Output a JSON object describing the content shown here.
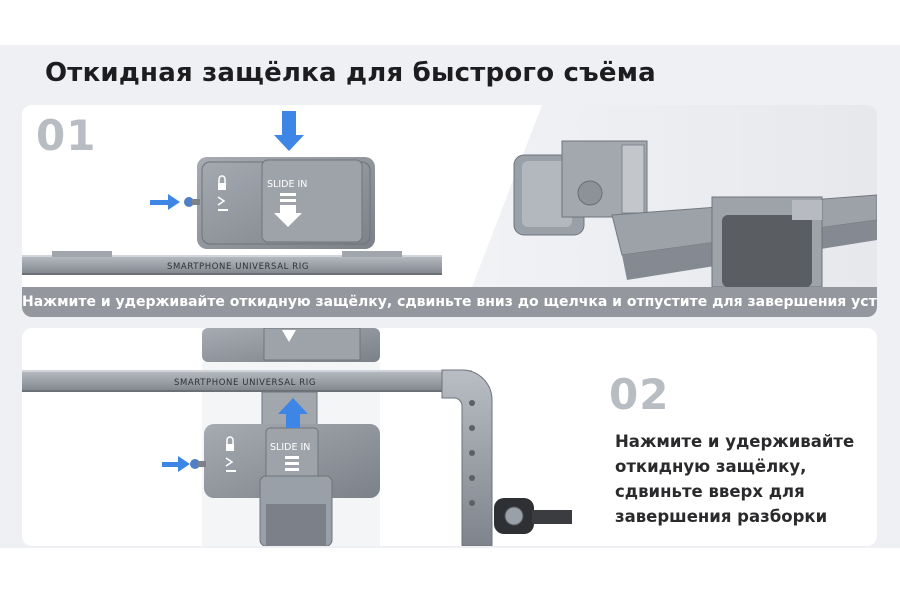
{
  "title": "Откидная защёлка для быстрого съёма",
  "step1": {
    "number": "01",
    "caption": "Нажмите и удерживайте откидную защёлку, сдвиньте вниз до щелчка и отпустите для завершения установки",
    "plate_label": "SLIDE IN",
    "rig_label": "SMARTPHONE UNIVERSAL RIG"
  },
  "step2": {
    "number": "02",
    "description_lines": [
      "Нажмите и удерживайте",
      "откидную защёлку,",
      "сдвиньте вверх для",
      "завершения разборки"
    ],
    "plate_label": "SLIDE IN",
    "rig_label": "SMARTPHONE UNIVERSAL RIG"
  },
  "colors": {
    "arrow": "#3d86e6",
    "metal": "#8e939b",
    "metal_light": "#b4b8bf",
    "caption_bar": "#94979d"
  },
  "icons": [
    "down-arrow-icon",
    "right-arrow-icon",
    "up-arrow-icon",
    "lock-icon"
  ]
}
